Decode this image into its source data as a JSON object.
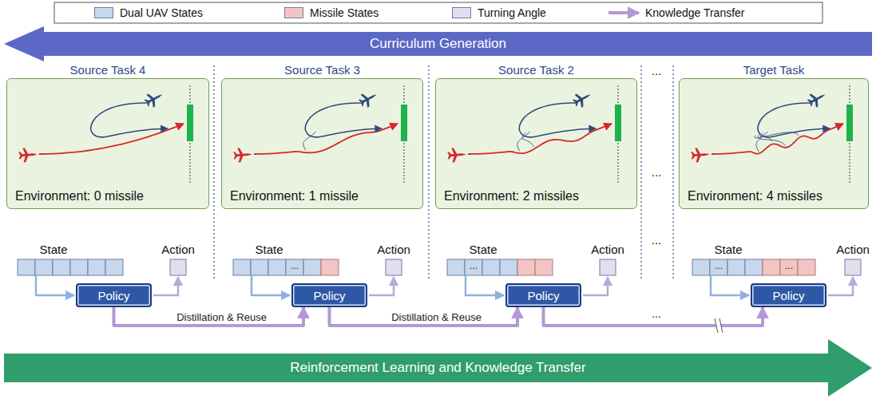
{
  "diagram": {
    "nodes": [
      {
        "text": [
          "Curriculum Generation"
        ]
      },
      {
        "text": [
          "Source Task 4",
          "Environment: 0 missile"
        ]
      },
      {
        "text": [
          "Source Task 3",
          "Environment: 1 missile"
        ]
      },
      {
        "text": [
          "Source Task 2",
          "Environment: 2 missiles"
        ]
      },
      {
        "text": [
          "Target Task",
          "Environment: 4 missiles"
        ]
      },
      {
        "text": [
          "Policy"
        ]
      },
      {
        "text": [
          "Policy"
        ]
      },
      {
        "text": [
          "Policy"
        ]
      },
      {
        "text": [
          "Policy"
        ]
      },
      {
        "text": [
          "Reinforcement Learning and Knowledge Transfer"
        ]
      }
    ],
    "edges": [
      {
        "from": 5,
        "to": 6,
        "arrow": "to",
        "label": "Distillation & Reuse"
      },
      {
        "from": 6,
        "to": 7,
        "arrow": "to",
        "label": "Distillation & Reuse"
      },
      {
        "from": 7,
        "to": 8,
        "arrow": "to"
      }
    ],
    "labels": [
      "...",
      "...",
      "State",
      "Action",
      "State",
      "Action",
      "State",
      "Action",
      "...",
      "State",
      "Action",
      "...",
      "...",
      "...",
      "...",
      "..."
    ],
    "legend": [
      {
        "text": "Dual UAV States",
        "color": "#c7d7ec"
      },
      {
        "text": "Missile States",
        "color": "#f3c4c4"
      },
      {
        "text": "Turning Angle",
        "color": "#e3ddf0"
      },
      {
        "text": "Knowledge Transfer"
      }
    ]
  }
}
